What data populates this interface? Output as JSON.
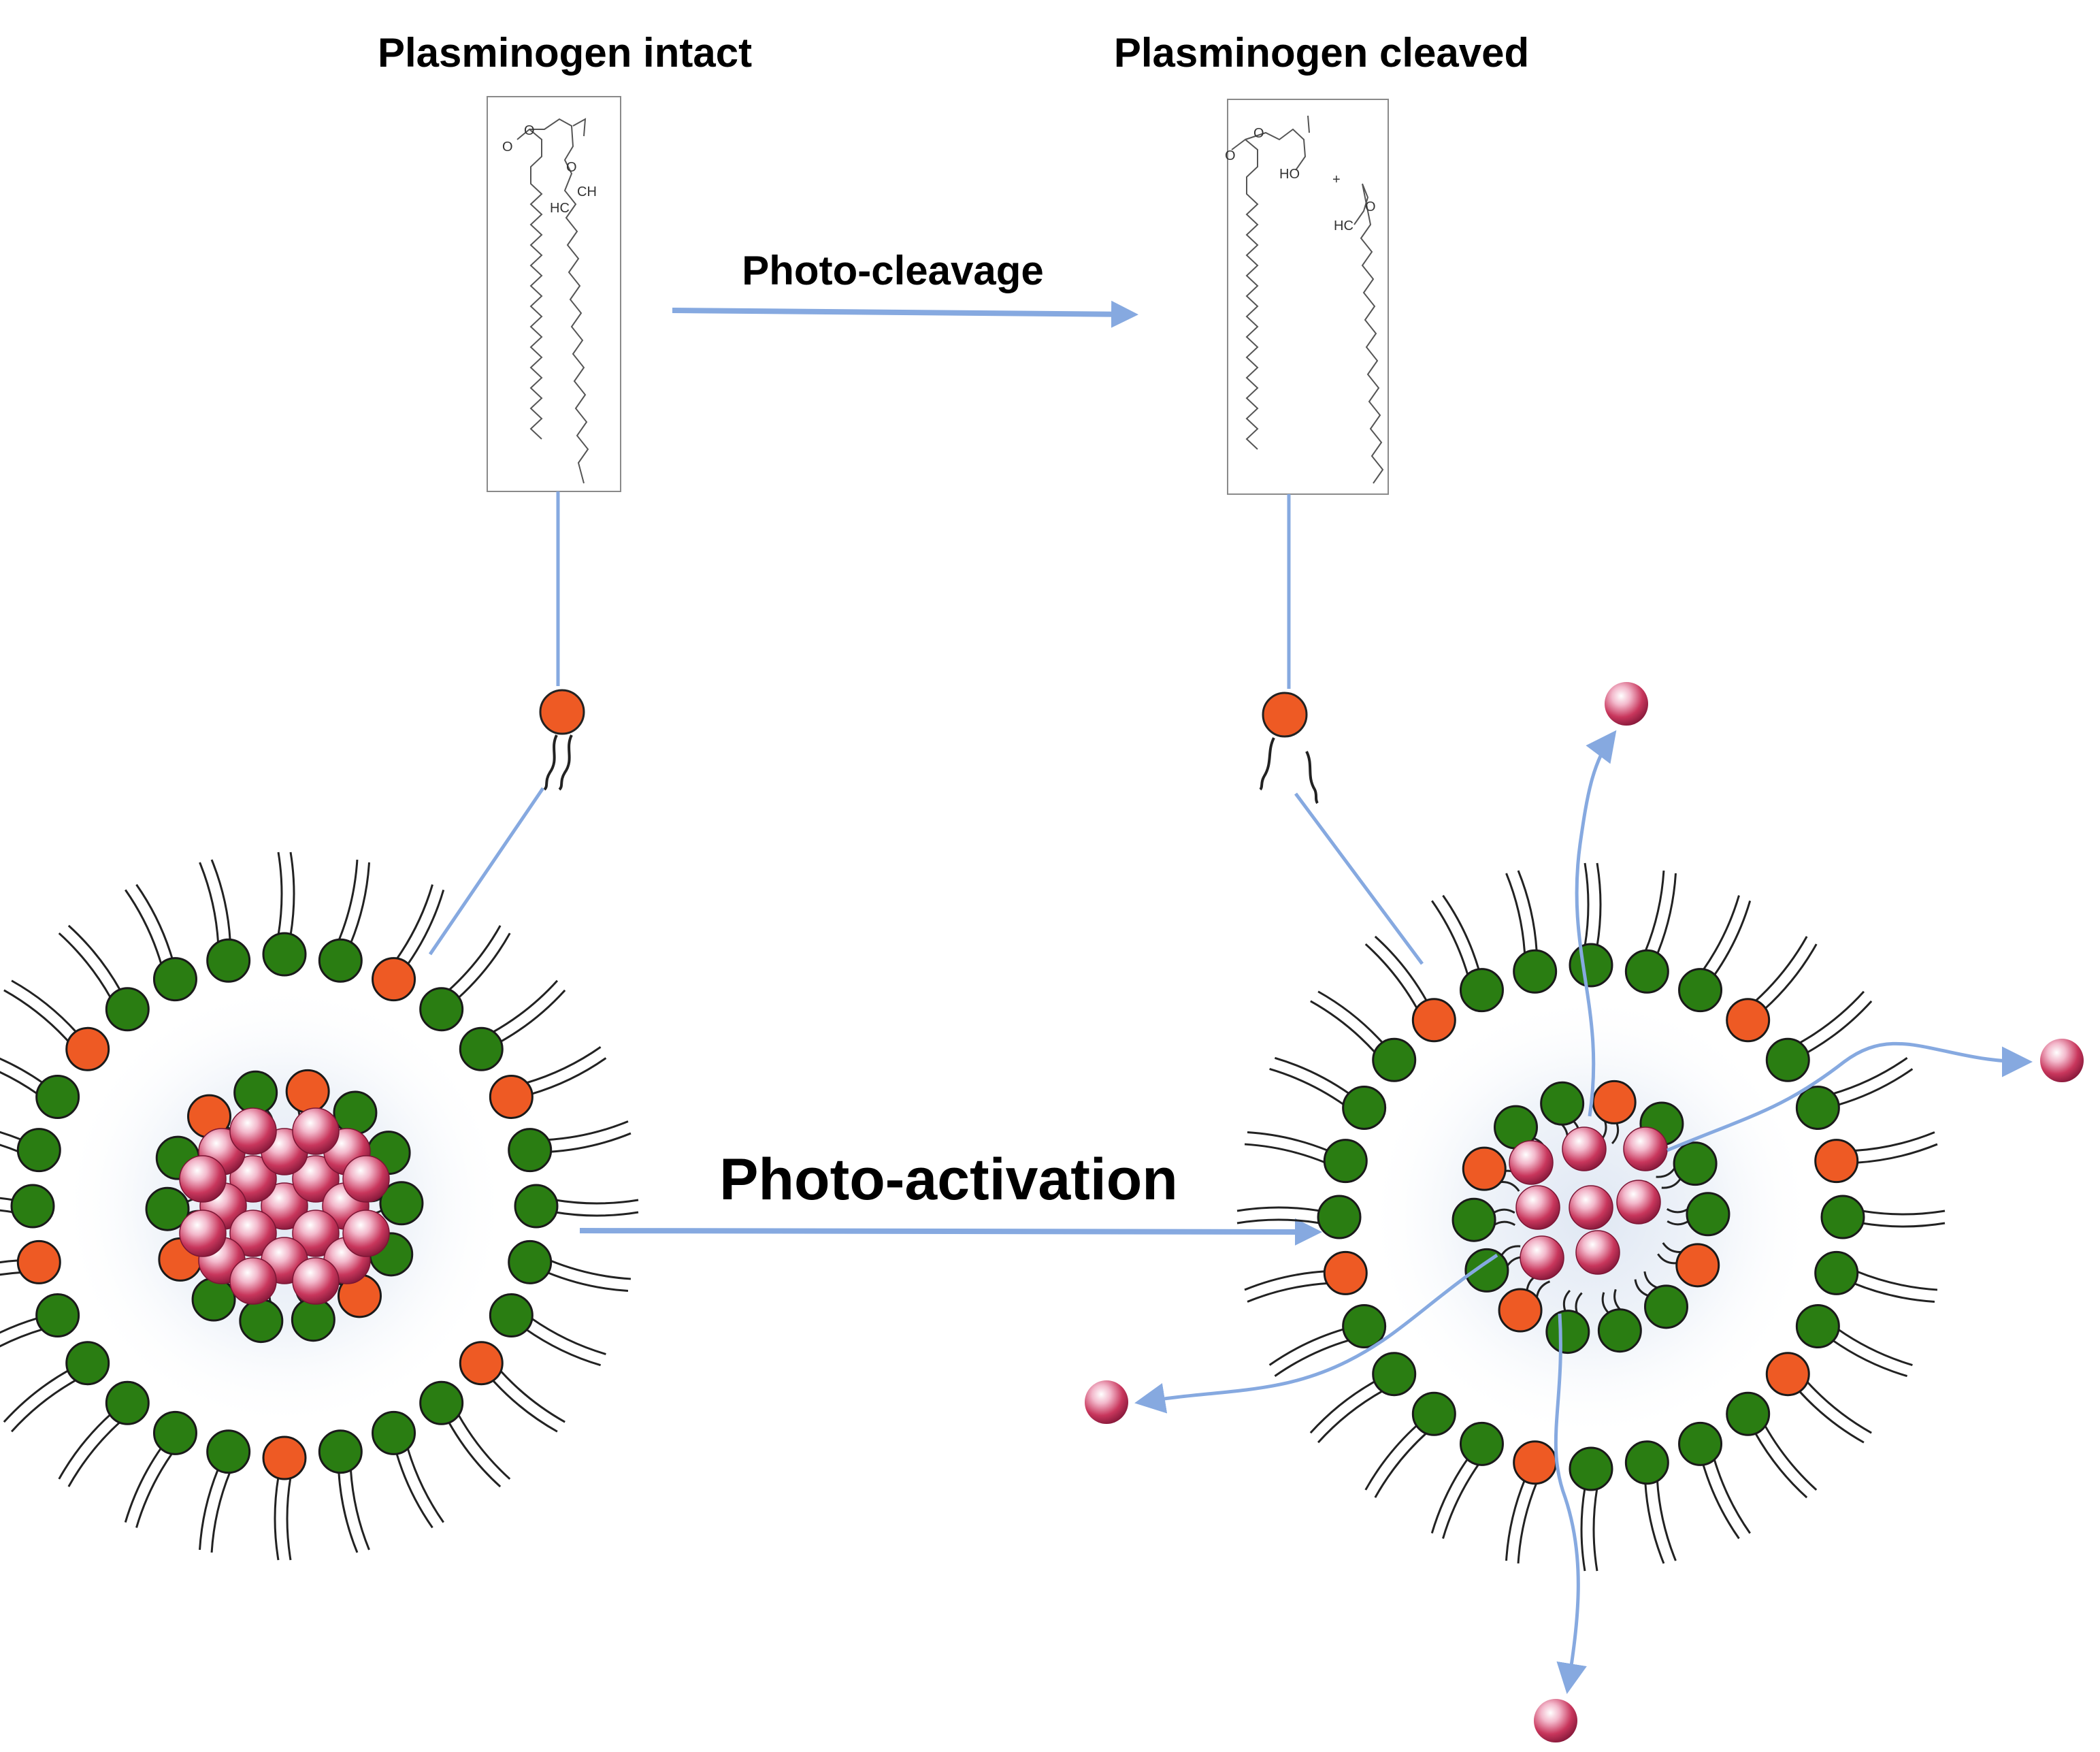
{
  "labels": {
    "intact_title": "Plasminogen intact",
    "cleaved_title": "Plasminogen cleaved",
    "cleavage_arrow": "Photo-cleavage",
    "activation_arrow": "Photo-activation"
  },
  "chemistry": {
    "intact": {
      "oxygen": "O",
      "ether_ch": "CH",
      "hc": "HC"
    },
    "cleaved": {
      "oxygen": "O",
      "hydroxyl": "HO",
      "plus": "+",
      "aldehyde_hc": "HC",
      "aldehyde_o": "O"
    }
  },
  "colors": {
    "green_lipid": "#2a7d12",
    "orange_lipid": "#ee5a24",
    "drug_particle": "#c8365c",
    "arrow": "#86a9e0",
    "core_glow": "#dde6f2"
  },
  "icons": {
    "green_lipid": "green-lipid-head-icon",
    "orange_lipid": "plasmalogen-lipid-head-icon",
    "drug": "drug-particle-icon"
  }
}
